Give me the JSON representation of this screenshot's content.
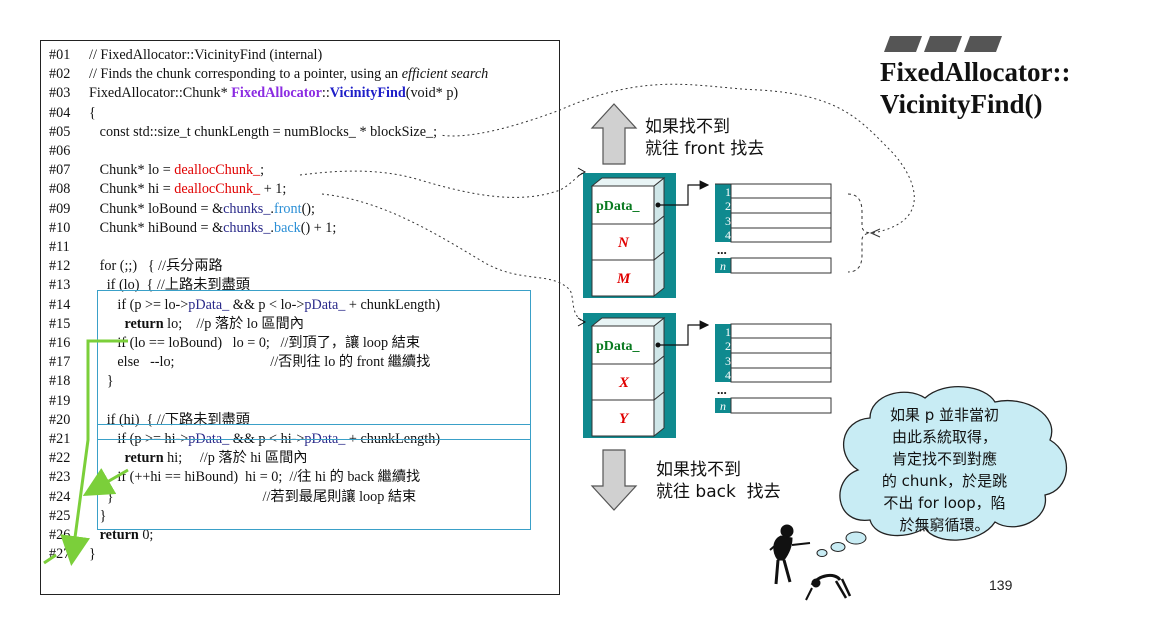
{
  "slide": {
    "title_line1": "FixedAllocator::",
    "title_line2": "VicinityFind()",
    "page_number": "139"
  },
  "code": [
    {
      "n": "#01",
      "t": "// FixedAllocator::VicinityFind (internal)"
    },
    {
      "n": "#02",
      "t": "// Finds the chunk corresponding to a pointer, using an ",
      "em": "efficient search"
    },
    {
      "n": "#03",
      "t": "FixedAllocator::Chunk* ",
      "cls": "FixedAllocator",
      "sep": "::",
      "fn": "VicinityFind",
      "rest": "(void* p)"
    },
    {
      "n": "#04",
      "t": "{"
    },
    {
      "n": "#05",
      "t": "   const std::size_t chunkLength = numBlocks_ * blockSize_;"
    },
    {
      "n": "#06",
      "t": ""
    },
    {
      "n": "#07",
      "t": "   Chunk* lo = ",
      "red": "deallocChunk_",
      "rest": ";"
    },
    {
      "n": "#08",
      "t": "   Chunk* hi = ",
      "red": "deallocChunk_",
      "rest": " + 1;"
    },
    {
      "n": "#09",
      "t": "   Chunk* loBound = &",
      "nv": "chunks_",
      ".": ".",
      "tl": "front",
      "rest": "();"
    },
    {
      "n": "#10",
      "t": "   Chunk* hiBound = &",
      "nv": "chunks_",
      ".": ".",
      "tl": "back",
      "rest": "() + 1;"
    },
    {
      "n": "#11",
      "t": ""
    },
    {
      "n": "#12",
      "t": "   for (;;)   { //兵分兩路"
    },
    {
      "n": "#13",
      "t": "     if (lo)  { //上路未到盡頭"
    },
    {
      "n": "#14",
      "t": "        if (p >= lo->",
      "nv": "pData_",
      "mid": " && p < lo->",
      "nv2": "pData_",
      "rest": " + chunkLength)"
    },
    {
      "n": "#15",
      "t": "          ",
      "bold": "return",
      "rest": " lo;    //p 落於 lo 區間內"
    },
    {
      "n": "#16",
      "t": "        if (lo == loBound)   lo = 0;   //到頂了，讓 loop 結束"
    },
    {
      "n": "#17",
      "t": "        else   --lo;                           //否則往 lo 的 front 繼續找"
    },
    {
      "n": "#18",
      "t": "     }"
    },
    {
      "n": "#19",
      "t": ""
    },
    {
      "n": "#20",
      "t": "     if (hi)  { //下路未到盡頭"
    },
    {
      "n": "#21",
      "t": "        if (p >= hi->",
      "nv": "pData_",
      "mid": " && p < hi->",
      "nv2": "pData_",
      "rest": " + chunkLength)"
    },
    {
      "n": "#22",
      "t": "          ",
      "bold": "return",
      "rest": " hi;     //p 落於 hi 區間內"
    },
    {
      "n": "#23",
      "t": "        if (++hi == hiBound)  hi = 0;  //往 hi 的 back 繼續找"
    },
    {
      "n": "#24",
      "t": "     }                                          //若到最尾則讓 loop 結束"
    },
    {
      "n": "#25",
      "t": "   }"
    },
    {
      "n": "#26",
      "t": "   ",
      "bold": "return",
      "rest": " 0;"
    },
    {
      "n": "#27",
      "t": "}"
    }
  ],
  "diagram": {
    "up_label": [
      "如果找不到",
      "就往 front 找去"
    ],
    "down_label": [
      "如果找不到",
      "就往 back  找去"
    ],
    "chunk1": {
      "pdata": "pData_",
      "labels": [
        "N",
        "M"
      ]
    },
    "chunk2": {
      "pdata": "pData_",
      "labels": [
        "X",
        "Y"
      ]
    },
    "list_rows": [
      "1",
      "2",
      "3",
      "4"
    ],
    "list_dots": "...",
    "list_last": "n"
  },
  "cloud": {
    "lines": [
      "如果 p 並非當初",
      "由此系統取得，",
      "肯定找不到對應",
      "的 chunk，於是跳",
      "不出 for loop，陷",
      "於無窮循環。"
    ]
  },
  "colors": {
    "teal": "#0f8a8f",
    "light_cell": "#bfe8ee",
    "cloud": "#c8ecf4",
    "red": "#e00000",
    "purple": "#8b2be2",
    "blue": "#1e1ec8",
    "green_arrow": "#7bcf3a",
    "box_border": "#3aa0c8"
  }
}
